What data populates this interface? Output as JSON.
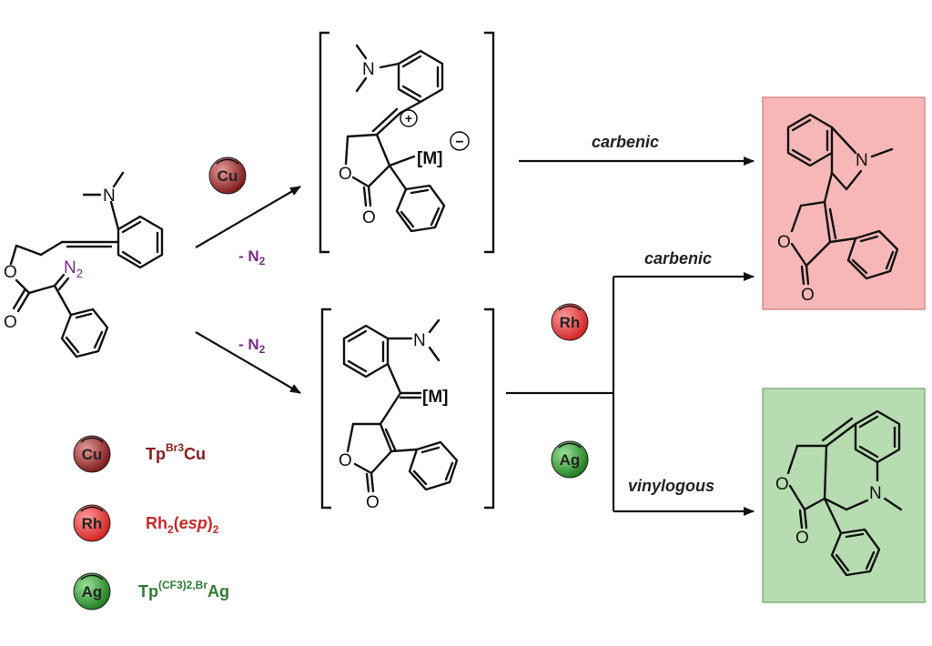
{
  "catalysts": {
    "cu": {
      "symbol": "Cu",
      "name": "Tp",
      "sup": "Br3",
      "metal": "Cu",
      "color": "#8b1a1a",
      "grad_light": "#e59a9a",
      "grad_dark": "#7a1515"
    },
    "rh": {
      "symbol": "Rh",
      "name": "Rh",
      "sub1": "2",
      "ligand": "esp",
      "sub2": "2",
      "color": "#c62828",
      "grad_light": "#ff9c9c",
      "grad_dark": "#d01f1f"
    },
    "ag": {
      "symbol": "Ag",
      "name": "Tp",
      "sup": "(CF3)2,Br",
      "metal": "Ag",
      "color": "#2e7d32",
      "grad_light": "#9be39b",
      "grad_dark": "#1b7a1b"
    }
  },
  "arrows": {
    "minus_n2_top": "- N",
    "minus_n2_bottom": "- N",
    "n2_sub": "2",
    "carbenic_top": "carbenic",
    "carbenic_mid": "carbenic",
    "vinylogous": "vinylogous"
  },
  "atoms": {
    "N": "N",
    "O": "O",
    "M": "[M]",
    "plus": "+",
    "minus": "−",
    "diazo": "N",
    "diazo_sub": "2",
    "M_eq": "[M]"
  },
  "colors": {
    "product_top_fill": "#f8b7b7",
    "product_top_border": "#d98a8a",
    "product_bottom_fill": "#b8dcb2",
    "product_bottom_border": "#7fb574",
    "diazo_color": "#7b2a8a"
  }
}
